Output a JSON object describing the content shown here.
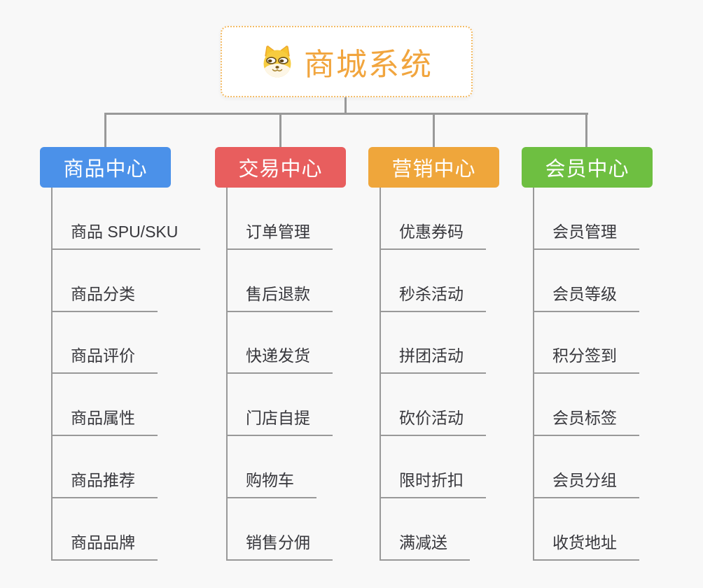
{
  "page": {
    "background_color": "#f8f8f8",
    "connector_color": "#999999"
  },
  "root": {
    "title": "商城系统",
    "icon": "dog-face-icon",
    "text_color": "#f1a53e",
    "border_color": "#f4bc66"
  },
  "branches": [
    {
      "title": "商品中心",
      "color": "#4b91e9",
      "items": [
        "商品 SPU/SKU",
        "商品分类",
        "商品评价",
        "商品属性",
        "商品推荐",
        "商品品牌"
      ]
    },
    {
      "title": "交易中心",
      "color": "#e85e5e",
      "items": [
        "订单管理",
        "售后退款",
        "快递发货",
        "门店自提",
        "购物车",
        "销售分佣"
      ]
    },
    {
      "title": "营销中心",
      "color": "#efa63b",
      "items": [
        "优惠券码",
        "秒杀活动",
        "拼团活动",
        "砍价活动",
        "限时折扣",
        "满减送"
      ]
    },
    {
      "title": "会员中心",
      "color": "#6ebf41",
      "items": [
        "会员管理",
        "会员等级",
        "积分签到",
        "会员标签",
        "会员分组",
        "收货地址"
      ]
    }
  ]
}
